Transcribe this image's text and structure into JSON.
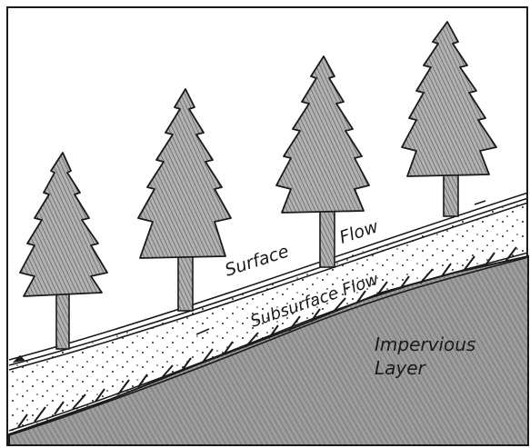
{
  "labels": {
    "surface": "Surface",
    "flow": "Flow",
    "subsurface_flow": "Subsurface Flow",
    "impervious_line1": "Impervious",
    "impervious_line2": "Layer"
  },
  "colors": {
    "ink": "#1a1a1a",
    "tree_fill": "#a8a8a8",
    "impervious_fill": "#9a9a9a",
    "paper": "#ffffff"
  }
}
